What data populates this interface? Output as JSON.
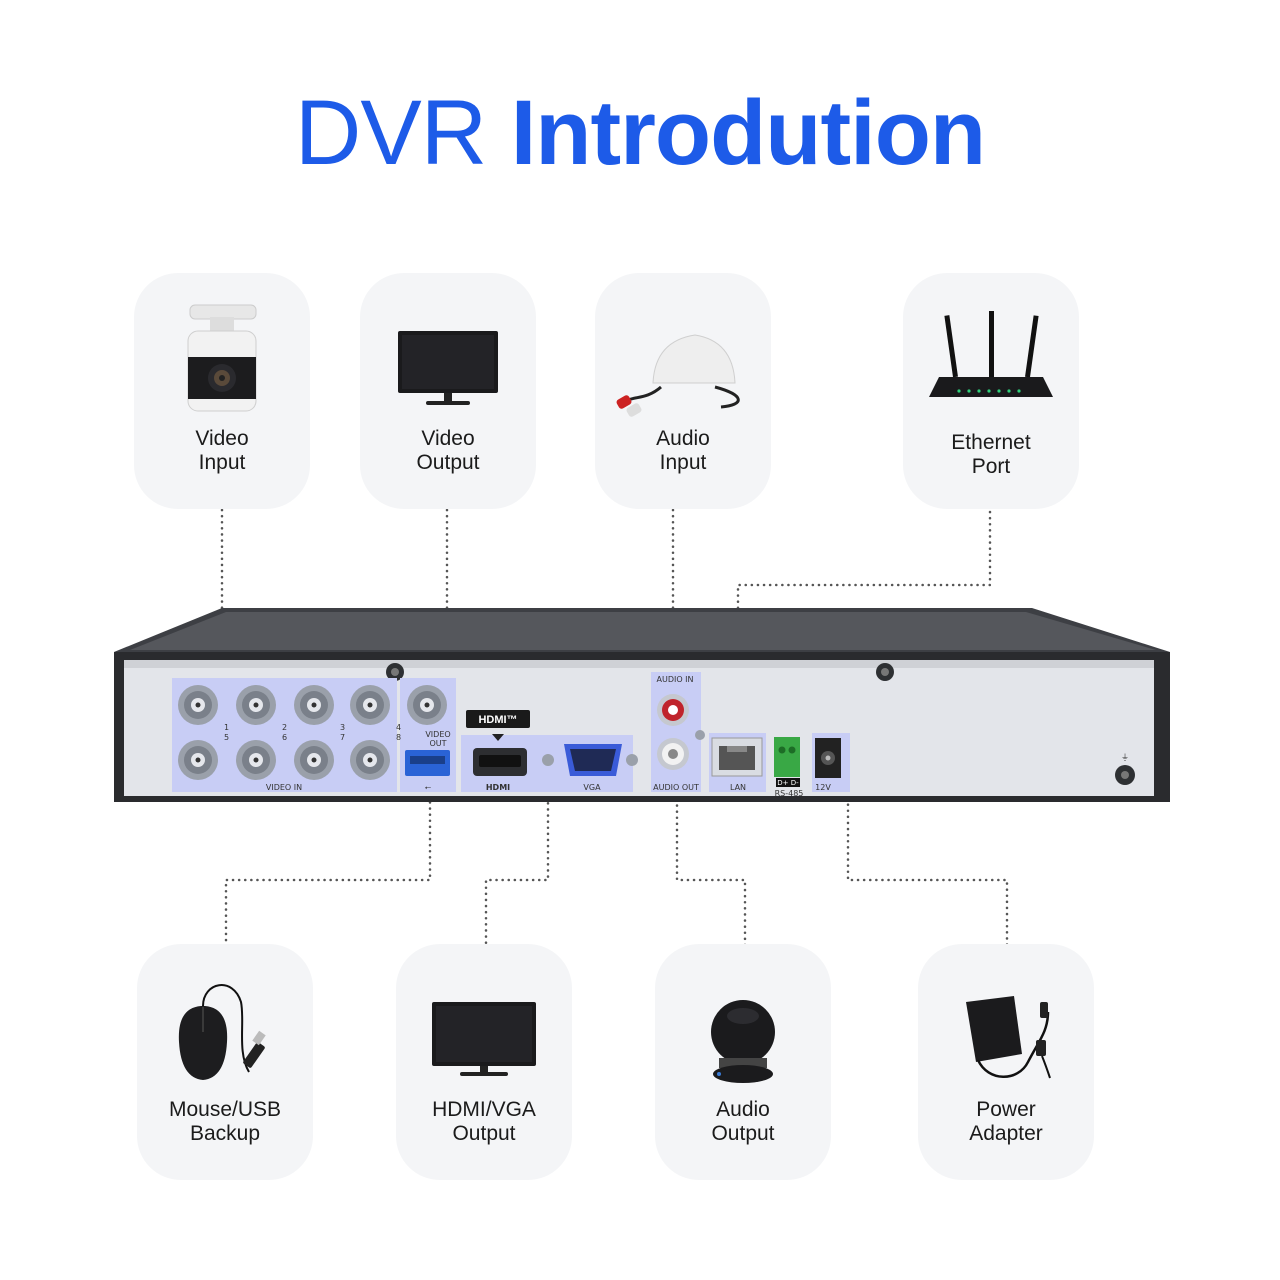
{
  "title": {
    "light": "DVR",
    "bold": "Introdution"
  },
  "top_cards": [
    {
      "line1": "Video",
      "line2": "Input",
      "icon": "bullet-camera-icon"
    },
    {
      "line1": "Video",
      "line2": "Output",
      "icon": "monitor-icon"
    },
    {
      "line1": "Audio",
      "line2": "Input",
      "icon": "microphone-icon"
    },
    {
      "line1": "Ethernet",
      "line2": "Port",
      "icon": "router-icon"
    }
  ],
  "bottom_cards": [
    {
      "line1": "Mouse/USB",
      "line2": "Backup",
      "icon": "mouse-icon"
    },
    {
      "line1": "HDMI/VGA",
      "line2": "Output",
      "icon": "monitor-icon"
    },
    {
      "line1": "Audio",
      "line2": "Output",
      "icon": "speaker-icon"
    },
    {
      "line1": "Power",
      "line2": "Adapter",
      "icon": "power-adapter-icon"
    }
  ],
  "ports": {
    "video_in": "VIDEO IN",
    "video_out_1": "VIDEO",
    "video_out_2": "OUT",
    "hdmi_logo": "HDMI™",
    "hdmi": "HDMI",
    "vga": "VGA",
    "audio_in": "AUDIO IN",
    "audio_out": "AUDIO OUT",
    "lan": "LAN",
    "rs485_pins": "D+ D-",
    "rs485": "RS-485",
    "power": "12V",
    "channel_numbers": [
      "1",
      "5",
      "2",
      "6",
      "3",
      "7",
      "4",
      "8"
    ]
  },
  "colors": {
    "accent": "#1d5be8",
    "card_bg": "#f4f5f7",
    "port_highlight": "#c8cdf5"
  }
}
